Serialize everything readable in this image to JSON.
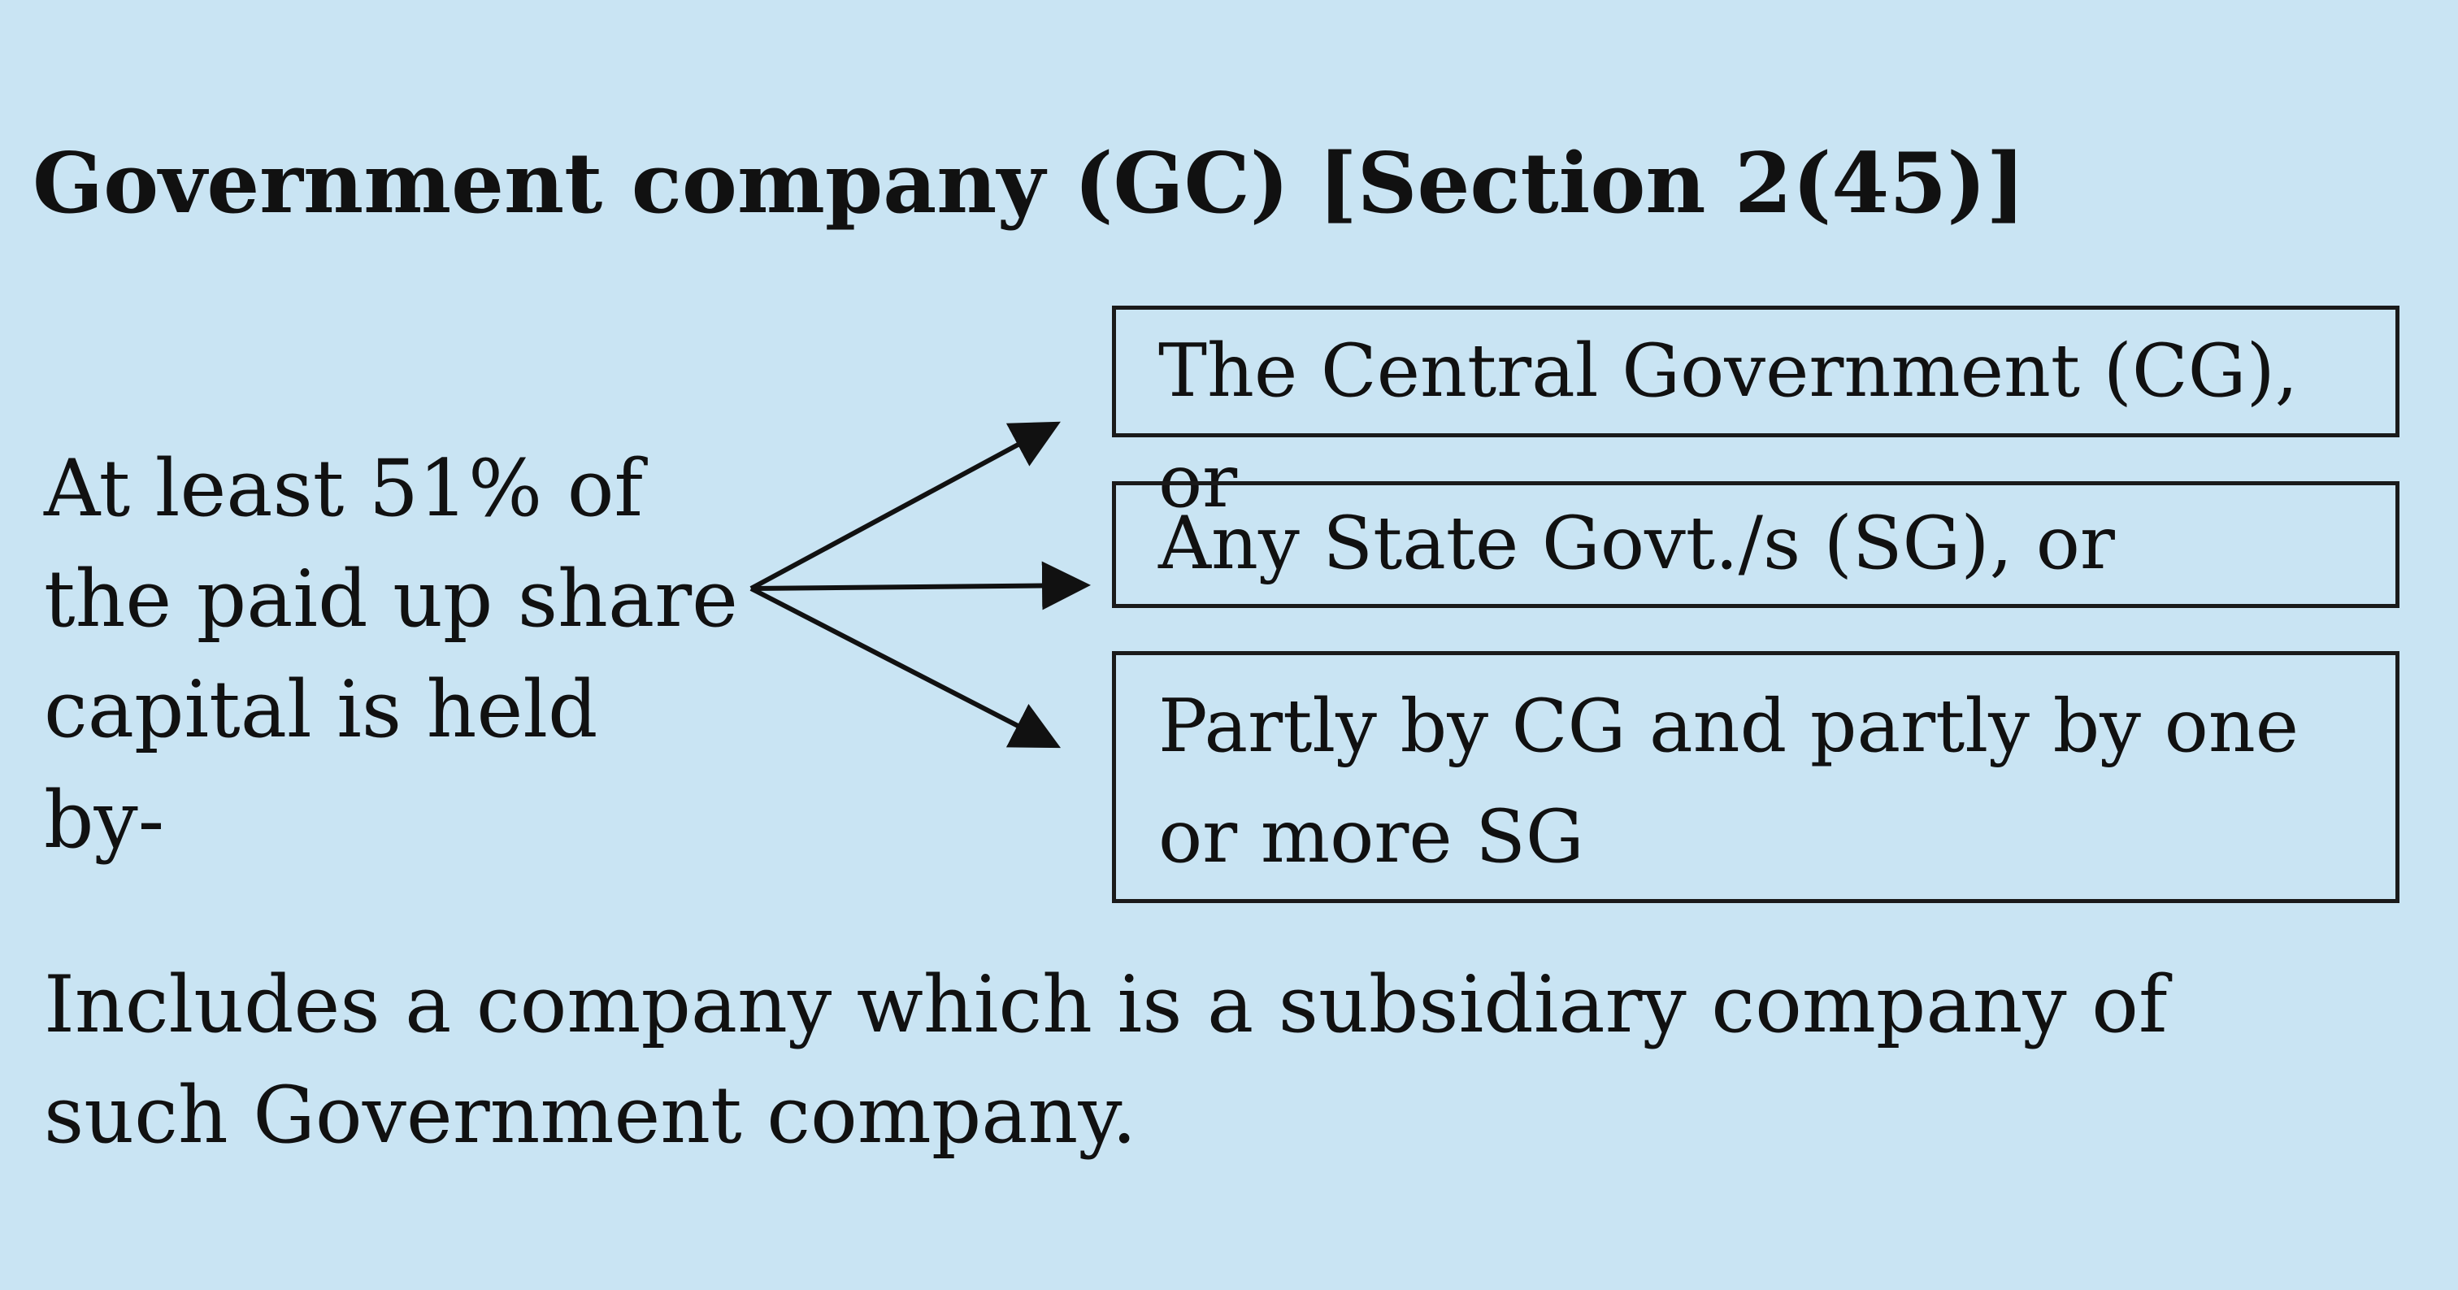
{
  "diagram": {
    "title": "Government company (GC) [Section 2(45)]",
    "holder_text": "At least 51% of the paid up share capital is held by-",
    "options": [
      "The Central Government (CG), or",
      "Any State Govt./s (SG), or",
      "Partly by CG and partly by one or more SG"
    ],
    "note": "Includes a company which is a subsidiary company of such Government company."
  }
}
